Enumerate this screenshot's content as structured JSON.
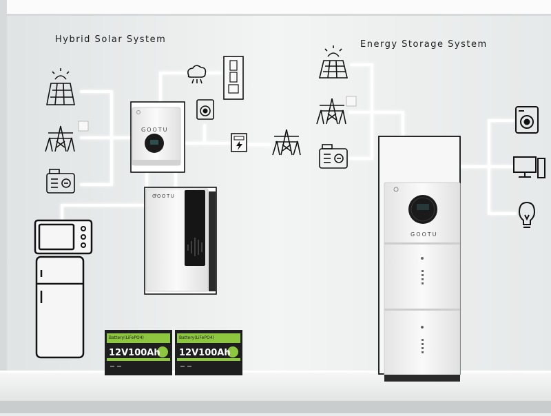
{
  "titles": {
    "left": "Hybrid Solar System",
    "right": "Energy Storage System"
  },
  "brand": {
    "inverter_logo": "GOOTU",
    "battery_logo": "GOOTU",
    "cabinet_logo": "GOOTU"
  },
  "lead_acid_batteries": [
    {
      "tag": "Battery(LiFePO4)",
      "capacity": "12V100Ah"
    },
    {
      "tag": "Battery(LiFePO4)",
      "capacity": "12V100Ah"
    }
  ],
  "icons": {
    "left": [
      "solar-panel-icon",
      "power-tower-icon",
      "generator-icon",
      "cloud-icon",
      "phone-icon",
      "washing-machine-icon",
      "meter-icon",
      "power-tower-icon",
      "microwave-icon",
      "refrigerator-icon"
    ],
    "right": [
      "solar-panel-icon",
      "power-tower-icon",
      "generator-icon",
      "washing-machine-icon",
      "computer-icon",
      "light-bulb-icon"
    ]
  },
  "colors": {
    "wall": "#eef0f0",
    "line_glow": "#ffffff",
    "device_white": "#f4f4f4",
    "display_dark": "#1a1a1a",
    "battery_green": "#8dc63f",
    "battery_black": "#1e1e1e"
  }
}
